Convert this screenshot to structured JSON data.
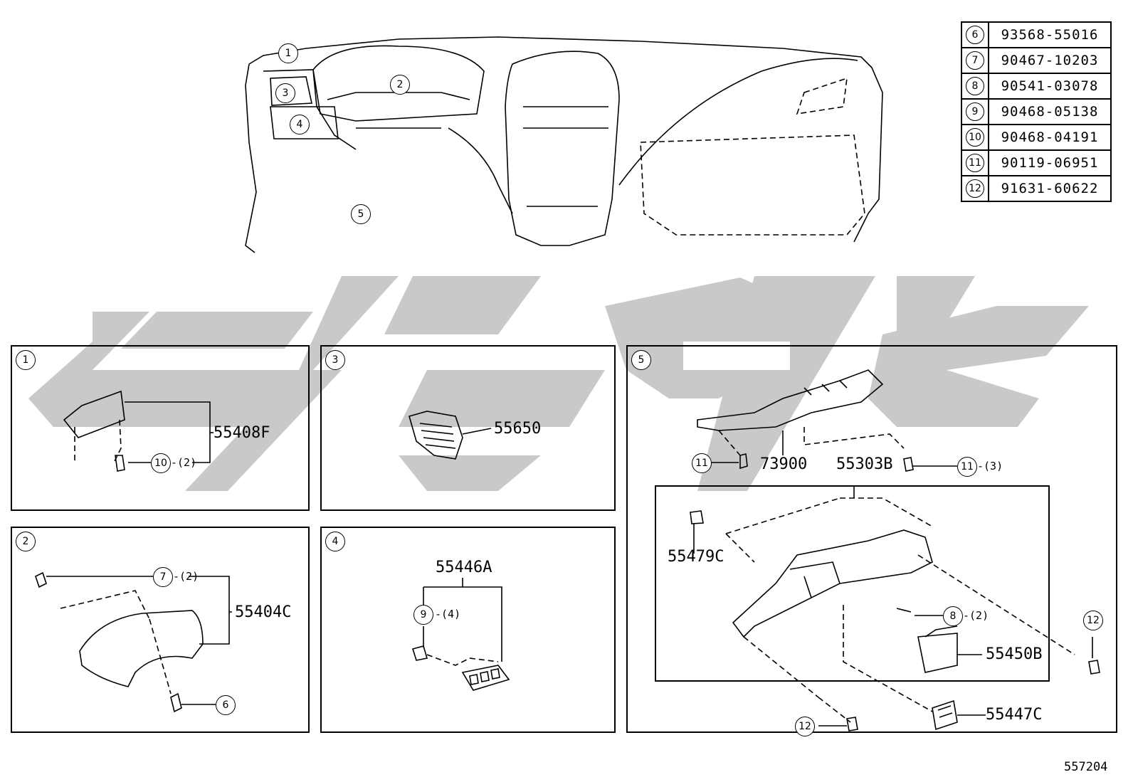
{
  "parts_table": [
    {
      "ref": "6",
      "part_number": "93568-55016"
    },
    {
      "ref": "7",
      "part_number": "90467-10203"
    },
    {
      "ref": "8",
      "part_number": "90541-03078"
    },
    {
      "ref": "9",
      "part_number": "90468-05138"
    },
    {
      "ref": "10",
      "part_number": "90468-04191"
    },
    {
      "ref": "11",
      "part_number": "90119-06951"
    },
    {
      "ref": "12",
      "part_number": "91631-60622"
    }
  ],
  "overview": {
    "callouts": [
      "1",
      "2",
      "3",
      "4",
      "5"
    ]
  },
  "panels": {
    "p1": {
      "ref": "1",
      "part": "55408F",
      "fastener_ref": "10",
      "fastener_qty": "-(2)"
    },
    "p2": {
      "ref": "2",
      "part": "55404C",
      "fastener_ref": "7",
      "fastener_qty": "-(2)",
      "screw_ref": "6"
    },
    "p3": {
      "ref": "3",
      "part": "55650"
    },
    "p4": {
      "ref": "4",
      "part": "55446A",
      "fastener_ref": "9",
      "fastener_qty": "-(4)"
    },
    "p5": {
      "ref": "5",
      "part_bracket": "73900",
      "part_box": "55303B",
      "bolt_ref_left": "11",
      "bolt_ref_right": "11",
      "bolt_qty_right": "-(3)",
      "clip_part": "55479C",
      "pin_ref": "8",
      "pin_qty": "-(2)",
      "bolt_ref_far": "12",
      "bolt_ref_bottom": "12",
      "glovebox_part": "55450B",
      "switch_part": "55447C"
    }
  },
  "footer_code": "557204",
  "colors": {
    "watermark": "#c8c8c8",
    "line": "#000000",
    "background": "#ffffff"
  }
}
